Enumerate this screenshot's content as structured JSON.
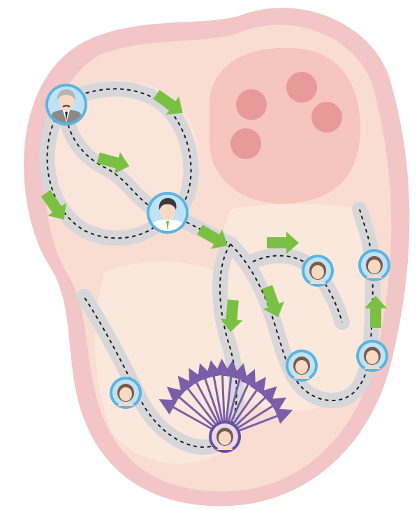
{
  "colors": {
    "outer_wall": "#f2c6c6",
    "inner_wall": "#f9ddd2",
    "chamber_fill": "#fbe8dd",
    "upper_chamber": "#f6c5bd",
    "vein_opening": "#e79a98",
    "track": "#d7d7da",
    "track_dash": "#1a1a1a",
    "arrow_green": "#7ac143",
    "signal_purple": "#7a5ea8",
    "avatar_ring": "#5bb4e0",
    "avatar_ring_active": "#6a4f9a",
    "skin": "#f8d9c4"
  },
  "nodes": [
    {
      "id": "elder-man",
      "icon": "elderly-man-avatar-icon",
      "ring": "blue"
    },
    {
      "id": "young-man",
      "icon": "man-avatar-icon",
      "ring": "blue"
    },
    {
      "id": "woman-1",
      "icon": "woman-avatar-icon",
      "ring": "blue"
    },
    {
      "id": "woman-2",
      "icon": "woman-avatar-icon",
      "ring": "blue"
    },
    {
      "id": "woman-3",
      "icon": "woman-avatar-icon",
      "ring": "blue"
    },
    {
      "id": "woman-4",
      "icon": "woman-avatar-icon",
      "ring": "blue"
    },
    {
      "id": "woman-5",
      "icon": "woman-avatar-icon",
      "ring": "blue"
    },
    {
      "id": "woman-left",
      "icon": "woman-avatar-icon",
      "ring": "blue"
    },
    {
      "id": "woman-emitter",
      "icon": "woman-avatar-icon",
      "ring": "purple"
    }
  ]
}
